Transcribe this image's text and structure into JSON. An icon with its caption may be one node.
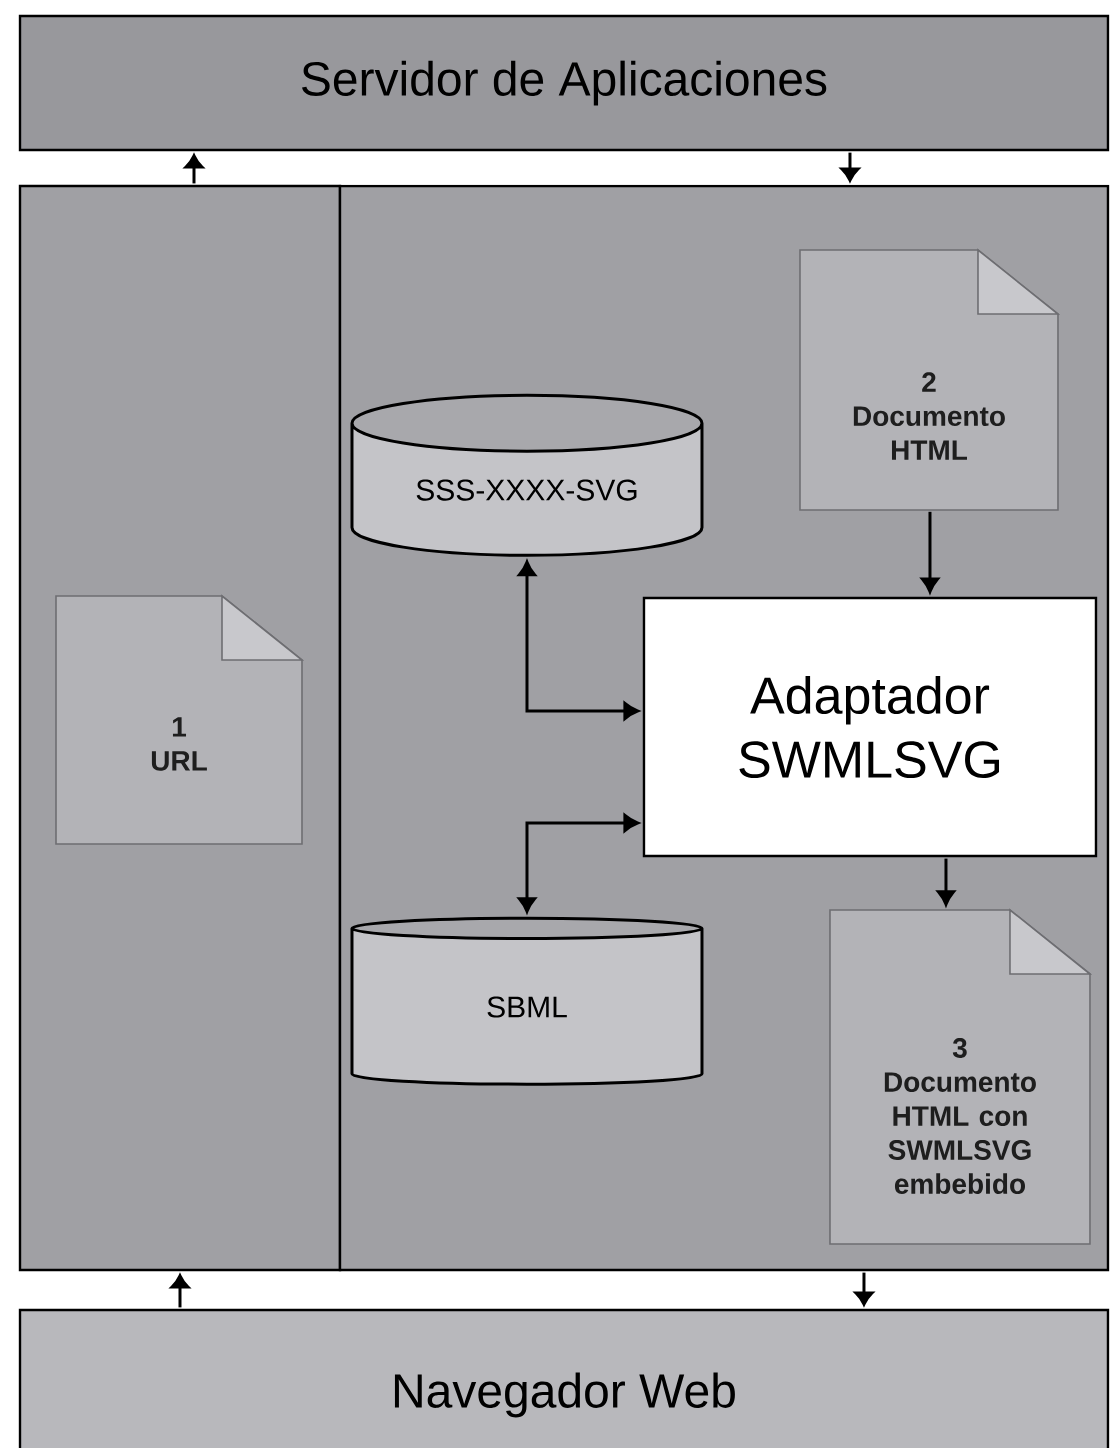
{
  "diagram": {
    "nodes": [
      {
        "text": [
          "Servidor de Aplicaciones"
        ]
      },
      {
        "text": [],
        "shape": "box"
      },
      {
        "text": [
          "1",
          "URL"
        ],
        "in": 1
      },
      {
        "text": [],
        "shape": "box"
      },
      {
        "text": [
          "2",
          "Documento HTML"
        ],
        "in": 3
      },
      {
        "text": [
          "SSS-XXXX-SVG"
        ],
        "in": 3
      },
      {
        "text": [
          "Adaptador SWMLSVG"
        ],
        "in": 3
      },
      {
        "text": [
          "SBML"
        ],
        "in": 3
      },
      {
        "text": [
          "3",
          "Documento HTML con SWMLSVG embebido"
        ],
        "in": 3
      },
      {
        "text": [
          "Navegador Web"
        ]
      }
    ],
    "edges": [
      {
        "from": 1,
        "to": 0,
        "arrow": "to"
      },
      {
        "from": 0,
        "to": 3,
        "arrow": "to"
      },
      {
        "from": 9,
        "to": 1,
        "arrow": "to"
      },
      {
        "from": 3,
        "to": 9,
        "arrow": "to"
      },
      {
        "from": 4,
        "to": 6,
        "arrow": "to"
      },
      {
        "from": 5,
        "to": 6,
        "arrow": "both"
      },
      {
        "from": 7,
        "to": 6,
        "arrow": "both"
      },
      {
        "from": 6,
        "to": 8,
        "arrow": "to"
      }
    ]
  }
}
